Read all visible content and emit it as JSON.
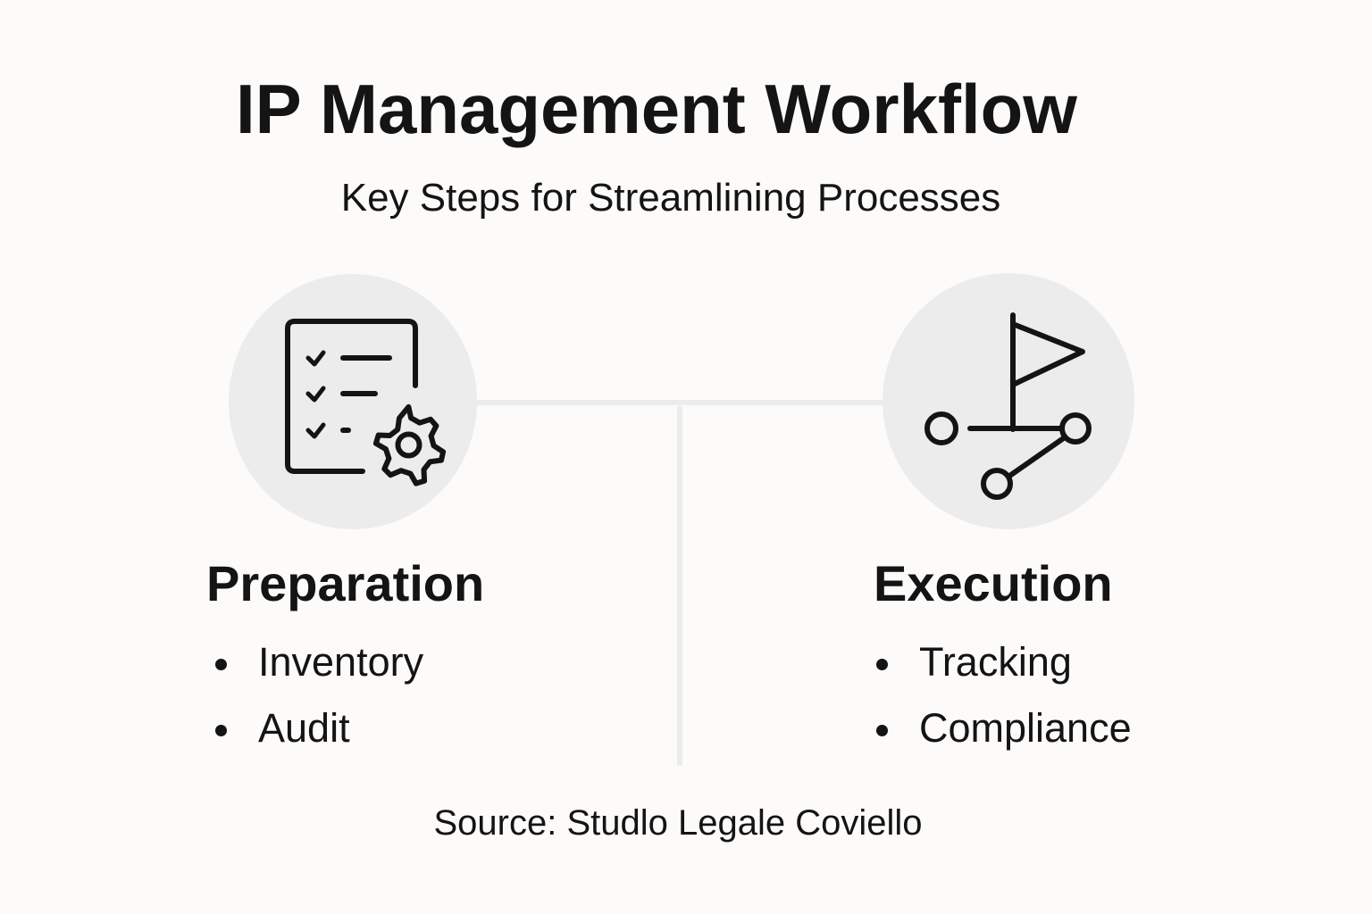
{
  "title": "IP Management Workflow",
  "subtitle": "Key Steps for Streamlining Processes",
  "stages": [
    {
      "heading": "Preparation",
      "icon": "checklist-gear-icon",
      "items": [
        "Inventory",
        "Audit"
      ]
    },
    {
      "heading": "Execution",
      "icon": "flag-path-icon",
      "items": [
        "Tracking",
        "Compliance"
      ]
    }
  ],
  "source": "Source: Studlo Legale Coviello",
  "colors": {
    "background": "#fcfbf9",
    "circle": "#ececec",
    "connector": "#ececec",
    "text": "#141414"
  }
}
